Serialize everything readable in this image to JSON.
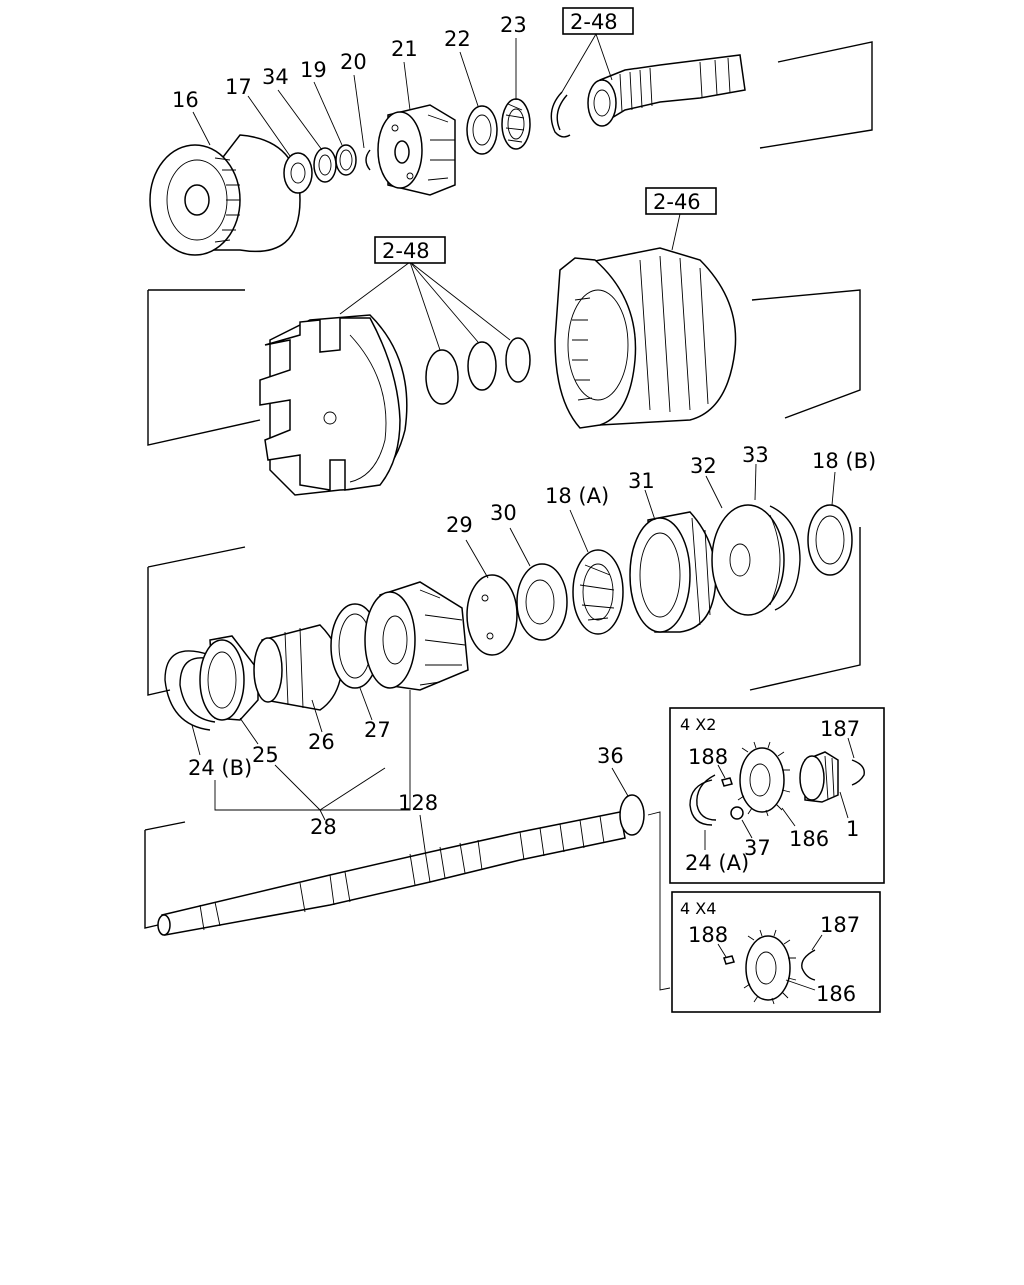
{
  "diagram": {
    "top_row_callouts": {
      "c16": "16",
      "c17": "17",
      "c34": "34",
      "c19": "19",
      "c20": "20",
      "c21": "21",
      "c22": "22",
      "c23": "23",
      "ref_248_top": "2-48"
    },
    "middle_row_callouts": {
      "ref_248_mid": "2-48",
      "ref_246": "2-46"
    },
    "third_row_callouts": {
      "c29": "29",
      "c30": "30",
      "c18a": "18 (A)",
      "c31": "31",
      "c32": "32",
      "c33": "33",
      "c18b": "18 (B)",
      "c24b": "24 (B)",
      "c25": "25",
      "c26": "26",
      "c27": "27",
      "c28": "28"
    },
    "shaft_callouts": {
      "c128": "128",
      "c36": "36"
    },
    "box_4x2": {
      "title": "4 X2",
      "c187": "187",
      "c188": "188",
      "c37": "37",
      "c186": "186",
      "c1": "1",
      "c24a": "24 (A)"
    },
    "box_4x4": {
      "title": "4 X4",
      "c187": "187",
      "c188": "188",
      "c186": "186"
    }
  }
}
